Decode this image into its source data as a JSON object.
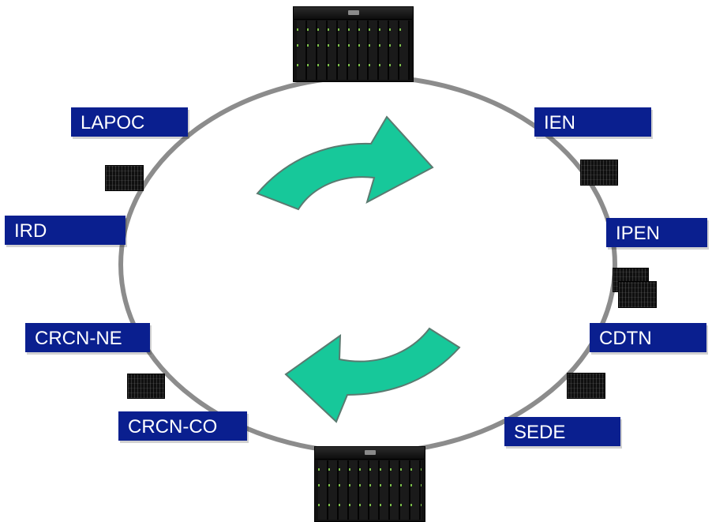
{
  "colors": {
    "ring": "#8c8c8c",
    "label_bg": "#0a1f8f",
    "label_text": "#ffffff",
    "arrow_fill": "#17c89a",
    "arrow_stroke": "#5a7a70",
    "server": "#101010"
  },
  "icons": {
    "top_server": "server-rack-icon",
    "bottom_server": "server-rack-icon",
    "small_server": "server-icon",
    "cycle_arrows": "curved-arrow-icon"
  },
  "nodes": [
    {
      "id": "lapoc",
      "label": "LAPOC"
    },
    {
      "id": "ien",
      "label": "IEN"
    },
    {
      "id": "ird",
      "label": "IRD"
    },
    {
      "id": "ipen",
      "label": "IPEN"
    },
    {
      "id": "crcn_ne",
      "label": "CRCN-NE"
    },
    {
      "id": "cdtn",
      "label": "CDTN"
    },
    {
      "id": "crcn_co",
      "label": "CRCN-CO"
    },
    {
      "id": "sede",
      "label": "SEDE"
    }
  ]
}
